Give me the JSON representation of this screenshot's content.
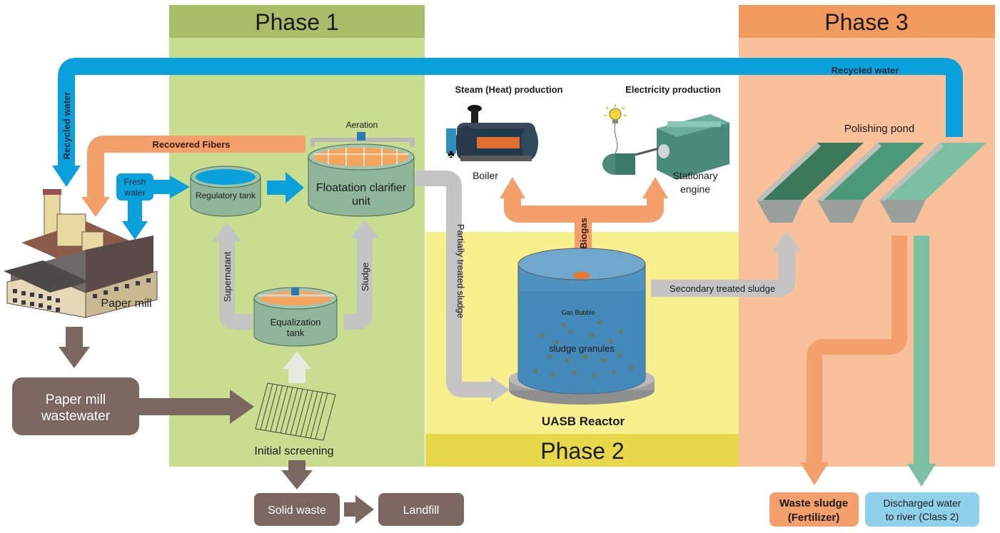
{
  "phases": {
    "phase1": "Phase 1",
    "phase2": "Phase 2",
    "phase3": "Phase 3"
  },
  "flows": {
    "recycled_water_left": "Recycled water",
    "recycled_water_top": "Recycled water",
    "recovered_fibers": "Recovered Fibers",
    "fresh_water": [
      "Fresh",
      "water"
    ],
    "supernatant": "Supernatant",
    "sludge": "Sludge",
    "partially_treated_sludge": "Partially treated sludge",
    "biogas": "Biogas",
    "secondary_treated_sludge": "Secondary treated sludge"
  },
  "components": {
    "paper_mill": "Paper mill",
    "paper_mill_wastewater": [
      "Paper mill",
      "wastewater"
    ],
    "initial_screening": "Initial screening",
    "solid_waste": "Solid waste",
    "landfill": "Landfill",
    "regulatory_tank": "Regulatory tank",
    "equalization_tank": [
      "Equalization",
      "tank"
    ],
    "floatation_clarifier": [
      "Floatation clarifier",
      "unit"
    ],
    "aeration": "Aeration",
    "steam_production": "Steam (Heat) production",
    "boiler": "Boiler",
    "electricity_production": "Electricity production",
    "stationary_engine": [
      "Stationary",
      "engine"
    ],
    "uasb_reactor": "UASB Reactor",
    "gas_bubble": "Gas Bubble",
    "sludge_granules": "sludge granules",
    "polishing_pond": "Polishing pond",
    "waste_sludge": [
      "Waste sludge",
      "(Fertilizer)"
    ],
    "discharged_water": [
      "Discharged water",
      "to river (Class 2)"
    ]
  },
  "colors": {
    "phase1_bg": "#c8dd8f",
    "phase1_header": "#a9bd68",
    "phase2_bg": "#f8f08f",
    "phase2_header": "#e6d84a",
    "phase3_bg": "#f8c19c",
    "phase3_header": "#f19a5e",
    "water_blue": "#0aa0dc",
    "fiber_orange": "#f4a06c",
    "sludge_gray": "#c4c4c4",
    "brown": "#7b6660",
    "tank_green": "#7ea58a",
    "discharge_teal": "#7bc0a2"
  }
}
